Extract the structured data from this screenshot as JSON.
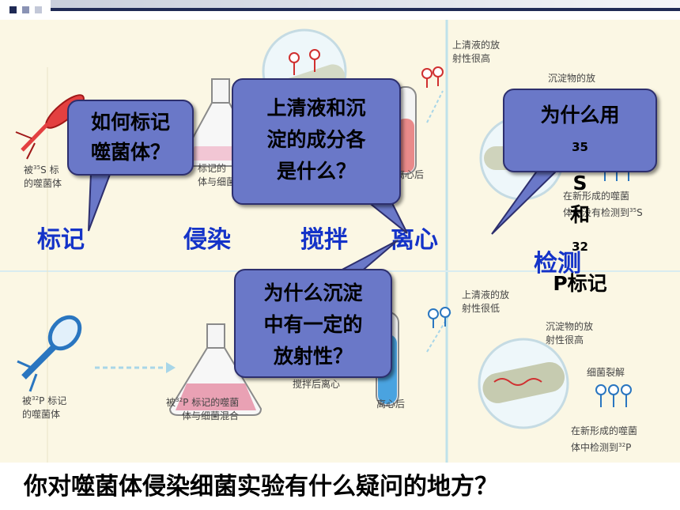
{
  "bubbles": {
    "label_bubble": [
      "如何标记",
      "噬菌体？"
    ],
    "supernatant_bubble": [
      "上清液和沉",
      "淀的成分各",
      "是什么？"
    ],
    "isotope_bubble": {
      "line1_prefix": "为什么用",
      "line1_sup": "35",
      "line1_suffix": "S",
      "line2_prefix": "和",
      "line2_sup": "32",
      "line2_suffix": "P标记"
    },
    "sediment_bubble": [
      "为什么沉淀",
      "中有一定的",
      "放射性？"
    ]
  },
  "steps": {
    "label": "标记",
    "infect": "侵染",
    "stir": "搅拌",
    "centrifuge": "离心",
    "detect": "检测"
  },
  "diagram_top": {
    "phage_caption_a": "被",
    "phage_caption_sup": "35",
    "phage_caption_b": "S 标",
    "phage_caption_line2": "的噬菌体",
    "flask_caption_a": "标记的",
    "flask_caption_line2": "体与细菌混合",
    "tube_caption": "离心后",
    "supernatant_label": "上清液的放",
    "supernatant_label2": "射性很高",
    "sediment_label": "沉淀物的放",
    "result_line1": "在新形成的噬菌",
    "result_line2_a": "体中没有检测到",
    "result_sup": "35",
    "result_line2_b": "S"
  },
  "diagram_bottom": {
    "phage_caption_a": "被",
    "phage_caption_sup": "32",
    "phage_caption_b": "P 标记",
    "phage_caption_line2": "的噬菌体",
    "flask_caption_a": "被",
    "flask_caption_sup": "32",
    "flask_caption_b": "P 标记的噬菌",
    "flask_caption_line2": "体与细菌混合",
    "stir_caption": "搅拌后离心",
    "tube_caption": "离心后",
    "supernatant_label": "上清液的放",
    "supernatant_label2": "射性很低",
    "sediment_label": "沉淀物的放",
    "sediment_label2": "射性很高",
    "lysis_label": "细菌裂解",
    "result_line1": "在新形成的噬菌",
    "result_line2_a": "体中检测到",
    "result_sup": "32",
    "result_line2_b": "P"
  },
  "question": "你对噬菌体侵染细菌实验有什么疑问的地方？",
  "colors": {
    "bubble_fill": "#6a78c8",
    "step_text": "#1433c8",
    "panel_bg": "#fbf7e4",
    "top_bar": "#1f2a55"
  }
}
